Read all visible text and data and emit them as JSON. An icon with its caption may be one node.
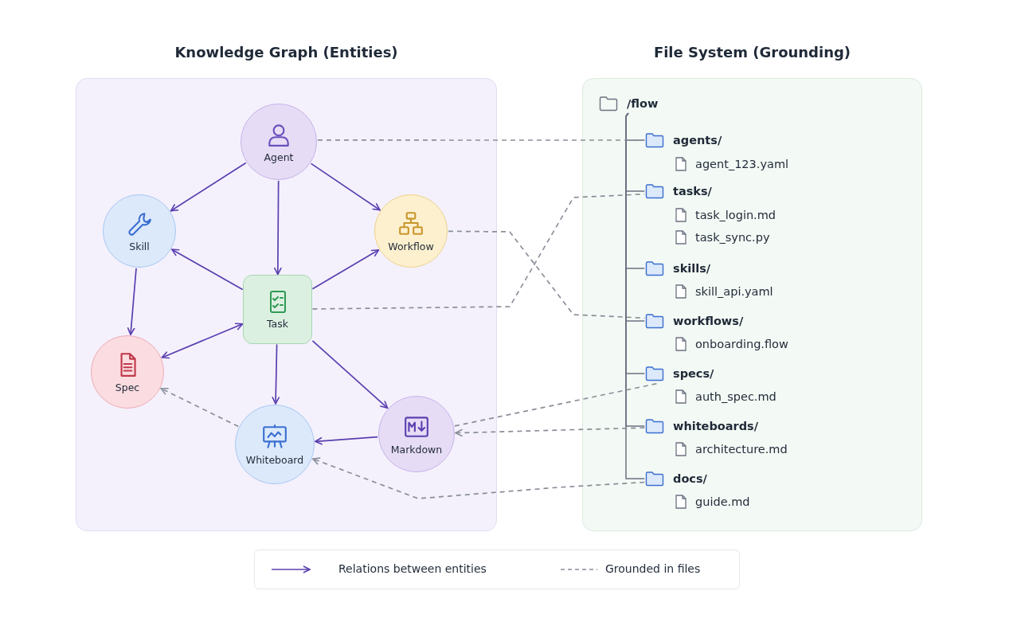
{
  "diagram": {
    "nodes": [
      {
        "text": [
          "Knowledge Graph (Entities)"
        ]
      },
      {
        "text": [
          "Agent"
        ],
        "in": 0
      },
      {
        "text": [
          "Skill"
        ],
        "in": 0
      },
      {
        "text": [
          "Workflow"
        ],
        "in": 0
      },
      {
        "text": [
          "Task"
        ],
        "in": 0
      },
      {
        "text": [
          "Spec"
        ],
        "in": 0
      },
      {
        "text": [
          "Whiteboard"
        ],
        "in": 0
      },
      {
        "text": [
          "Markdown"
        ],
        "in": 0
      },
      {
        "text": [
          "File System (Grounding)"
        ]
      },
      {
        "text": [
          "/flow"
        ],
        "in": 8
      },
      {
        "text": [
          "agents/"
        ],
        "in": 8
      },
      {
        "text": [
          "agent_123.yaml"
        ],
        "in": 8
      },
      {
        "text": [
          "tasks/"
        ],
        "in": 8
      },
      {
        "text": [
          "task_login.md"
        ],
        "in": 8
      },
      {
        "text": [
          "task_sync.py"
        ],
        "in": 8
      },
      {
        "text": [
          "skills/"
        ],
        "in": 8
      },
      {
        "text": [
          "skill_api.yaml"
        ],
        "in": 8
      },
      {
        "text": [
          "workflows/"
        ],
        "in": 8
      },
      {
        "text": [
          "onboarding.flow"
        ],
        "in": 8
      },
      {
        "text": [
          "specs/"
        ],
        "in": 8
      },
      {
        "text": [
          "auth_spec.md"
        ],
        "in": 8
      },
      {
        "text": [
          "whiteboards/"
        ],
        "in": 8
      },
      {
        "text": [
          "architecture.md"
        ],
        "in": 8
      },
      {
        "text": [
          "docs/"
        ],
        "in": 8
      },
      {
        "text": [
          "guide.md"
        ],
        "in": 8
      }
    ],
    "edges": [
      {
        "from": 1,
        "to": 2,
        "arrow": "to"
      },
      {
        "from": 1,
        "to": 3,
        "arrow": "to"
      },
      {
        "from": 1,
        "to": 4,
        "arrow": "to"
      },
      {
        "from": 4,
        "to": 2,
        "arrow": "to"
      },
      {
        "from": 4,
        "to": 3,
        "arrow": "to"
      },
      {
        "from": 2,
        "to": 5,
        "arrow": "to"
      },
      {
        "from": 4,
        "to": 5,
        "arrow": "both"
      },
      {
        "from": 4,
        "to": 6,
        "arrow": "to"
      },
      {
        "from": 4,
        "to": 7,
        "arrow": "to"
      },
      {
        "from": 7,
        "to": 6,
        "arrow": "to"
      },
      {
        "from": 9,
        "to": 10,
        "arrow": "none",
        "color": "#6b7280"
      },
      {
        "from": 9,
        "to": 12,
        "arrow": "none",
        "color": "#6b7280"
      },
      {
        "from": 9,
        "to": 15,
        "arrow": "none",
        "color": "#6b7280"
      },
      {
        "from": 9,
        "to": 17,
        "arrow": "none",
        "color": "#6b7280"
      },
      {
        "from": 9,
        "to": 19,
        "arrow": "none",
        "color": "#6b7280"
      },
      {
        "from": 9,
        "to": 21,
        "arrow": "none",
        "color": "#6b7280"
      },
      {
        "from": 9,
        "to": 23,
        "arrow": "none",
        "color": "#6b7280"
      },
      {
        "from": 1,
        "to": 10,
        "arrow": "none",
        "style": "dashed",
        "color": "#8a8f99"
      },
      {
        "from": 3,
        "to": 17,
        "arrow": "none",
        "style": "dashed",
        "color": "#8a8f99"
      },
      {
        "from": 4,
        "to": 12,
        "arrow": "none",
        "style": "dashed",
        "color": "#8a8f99"
      },
      {
        "from": 7,
        "to": 19,
        "arrow": "none",
        "style": "dashed",
        "color": "#8a8f99"
      },
      {
        "from": 21,
        "to": 7,
        "arrow": "to",
        "style": "dashed",
        "color": "#8a8f99"
      },
      {
        "from": 23,
        "to": 6,
        "arrow": "to",
        "style": "dashed",
        "color": "#8a8f99"
      },
      {
        "from": 6,
        "to": 5,
        "arrow": "to",
        "style": "dashed",
        "color": "#8a8f99"
      }
    ],
    "legend": [
      {
        "text": "Relations between entities"
      },
      {
        "text": "Grounded in files"
      }
    ]
  }
}
